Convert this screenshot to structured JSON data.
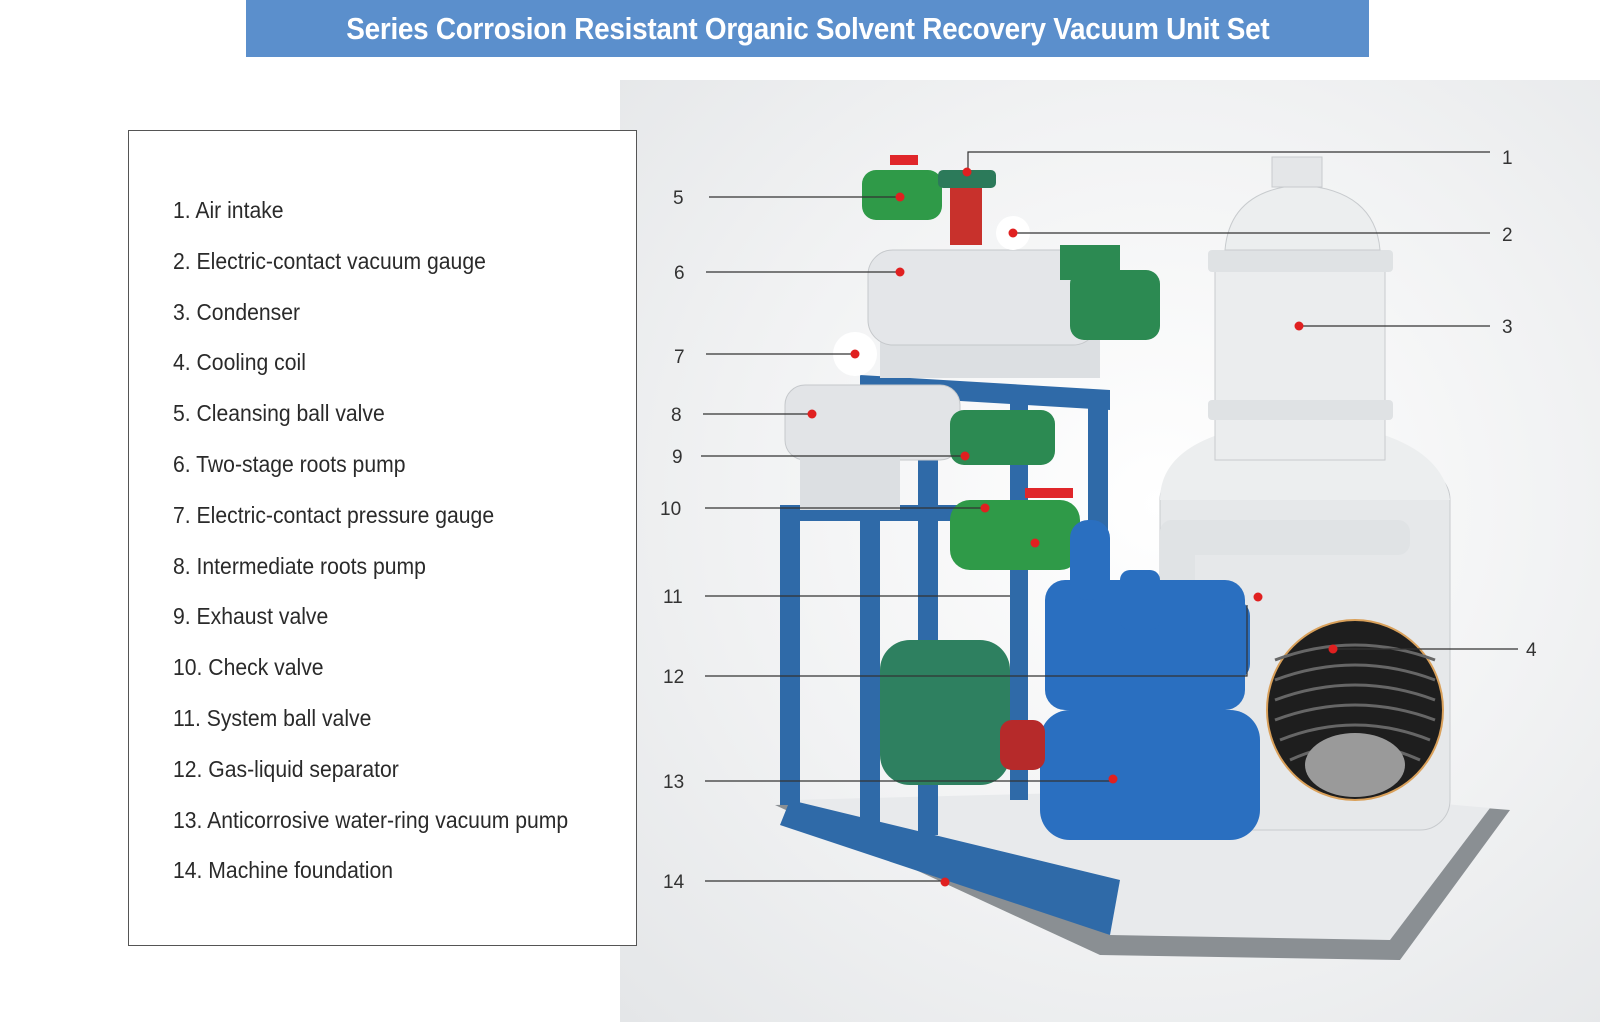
{
  "title": "Series Corrosion Resistant Organic Solvent Recovery Vacuum Unit Set",
  "colors": {
    "title_bar": "#5b8fcc",
    "callout_dot": "#e02020",
    "frame_blue": "#2f6aa8",
    "pump_blue": "#2a6fc0",
    "valve_green": "#2f9a48"
  },
  "legend": [
    "1. Air intake",
    "2. Electric-contact vacuum gauge",
    "3. Condenser",
    "4. Cooling coil",
    "5. Cleansing ball valve",
    "6. Two-stage roots pump",
    "7. Electric-contact pressure gauge",
    "8. Intermediate roots pump",
    "9. Exhaust valve",
    "10. Check valve",
    "11. System ball valve",
    "12. Gas-liquid separator",
    "13. Anticorrosive water-ring vacuum pump",
    "14. Machine foundation"
  ],
  "callouts": [
    "1",
    "2",
    "3",
    "4",
    "5",
    "6",
    "7",
    "8",
    "9",
    "10",
    "11",
    "12",
    "13",
    "14"
  ]
}
